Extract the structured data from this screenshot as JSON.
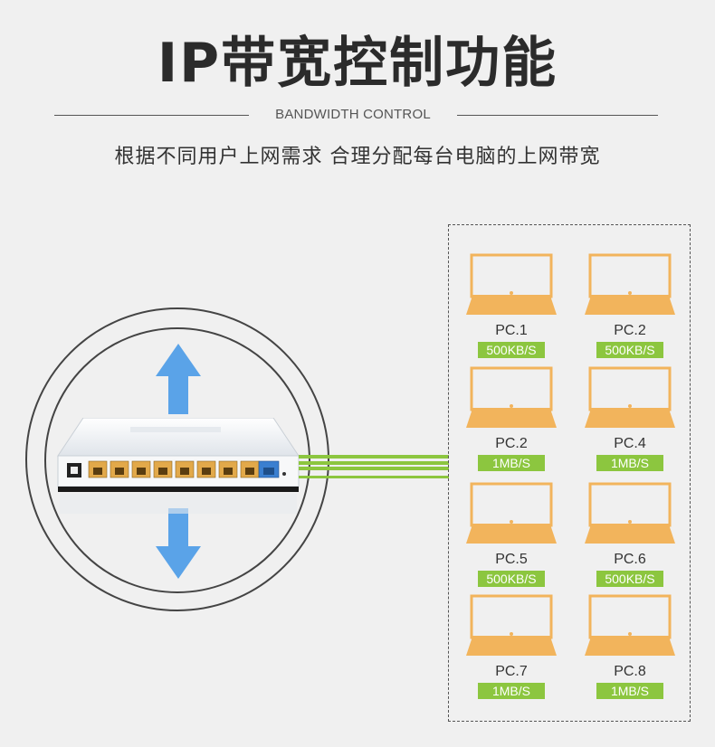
{
  "header": {
    "title": "IP带宽控制功能",
    "subtitle": "BANDWIDTH CONTROL",
    "description": "根据不同用户上网需求  合理分配每台电脑的上网带宽"
  },
  "colors": {
    "accent_green": "#8cc63f",
    "arrow_blue": "#5aa3e8",
    "laptop_orange": "#f2b45c"
  },
  "device": {
    "arrows": [
      "arrow-up-icon",
      "arrow-down-icon"
    ],
    "router_icon": "router-icon"
  },
  "pcs": [
    {
      "label": "PC.1",
      "speed": "500KB/S"
    },
    {
      "label": "PC.2",
      "speed": "500KB/S"
    },
    {
      "label": "PC.2",
      "speed": "1MB/S"
    },
    {
      "label": "PC.4",
      "speed": "1MB/S"
    },
    {
      "label": "PC.5",
      "speed": "500KB/S"
    },
    {
      "label": "PC.6",
      "speed": "500KB/S"
    },
    {
      "label": "PC.7",
      "speed": "1MB/S"
    },
    {
      "label": "PC.8",
      "speed": "1MB/S"
    }
  ]
}
